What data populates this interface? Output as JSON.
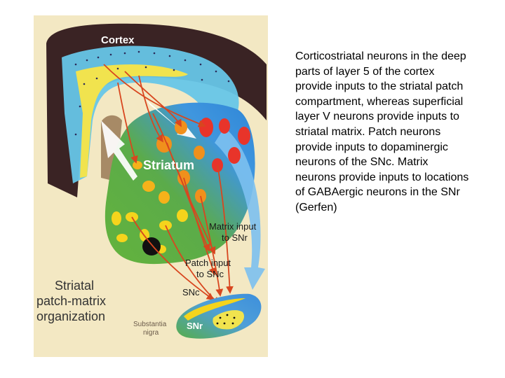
{
  "figure": {
    "labels": {
      "cortex": "Cortex",
      "striatum": "Striatum",
      "matrix_input": [
        "Matrix input",
        "to SNr"
      ],
      "patch_input": [
        "Patch input",
        "to SNc"
      ],
      "snc": "SNc",
      "snr": "SNr",
      "substantia_nigra": [
        "Substantia",
        "nigra"
      ],
      "organization": [
        "Striatal",
        "patch-matrix",
        "organization"
      ]
    },
    "colors": {
      "background": "#f3e8c3",
      "cortex_dark": "#3a2324",
      "cortex_blue": "#66c6e8",
      "cortex_yellow": "#f1e34e",
      "striatum_green": "#5fb040",
      "striatum_blue": "#3f96df",
      "patch_yellow": "#f5d41c",
      "patch_orange": "#f0901c",
      "patch_red": "#e8342a",
      "arrow_red": "#d8461f",
      "white_matter": "#a78a66"
    }
  },
  "caption": "Corticostriatal neurons in the deep parts of layer 5 of the cortex provide inputs to the striatal patch compartment, whereas superficial layer V neurons provide inputs to striatal matrix. Patch neurons provide inputs to dopaminergic neurons of the SNc. Matrix neurons provide inputs to locations of GABAergic neurons in the SNr (Gerfen)"
}
